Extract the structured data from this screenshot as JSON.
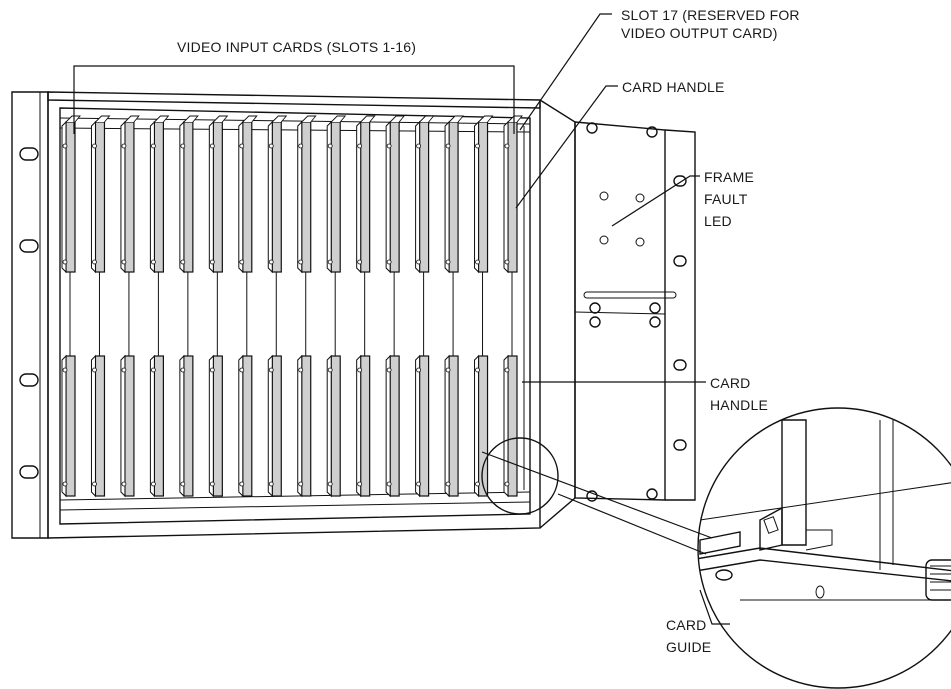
{
  "labels": {
    "video_input_cards": "VIDEO INPUT CARDS (SLOTS 1-16)",
    "slot17_line1": "SLOT 17 (RESERVED FOR",
    "slot17_line2": "VIDEO OUTPUT CARD)",
    "card_handle_top": "CARD HANDLE",
    "frame_fault_line1": "FRAME",
    "frame_fault_line2": "FAULT",
    "frame_fault_line3": "LED",
    "card_handle_right_line1": "CARD",
    "card_handle_right_line2": "HANDLE",
    "card_guide_line1": "CARD",
    "card_guide_line2": "GUIDE"
  },
  "card_count": 16,
  "reserved_slot": 17
}
